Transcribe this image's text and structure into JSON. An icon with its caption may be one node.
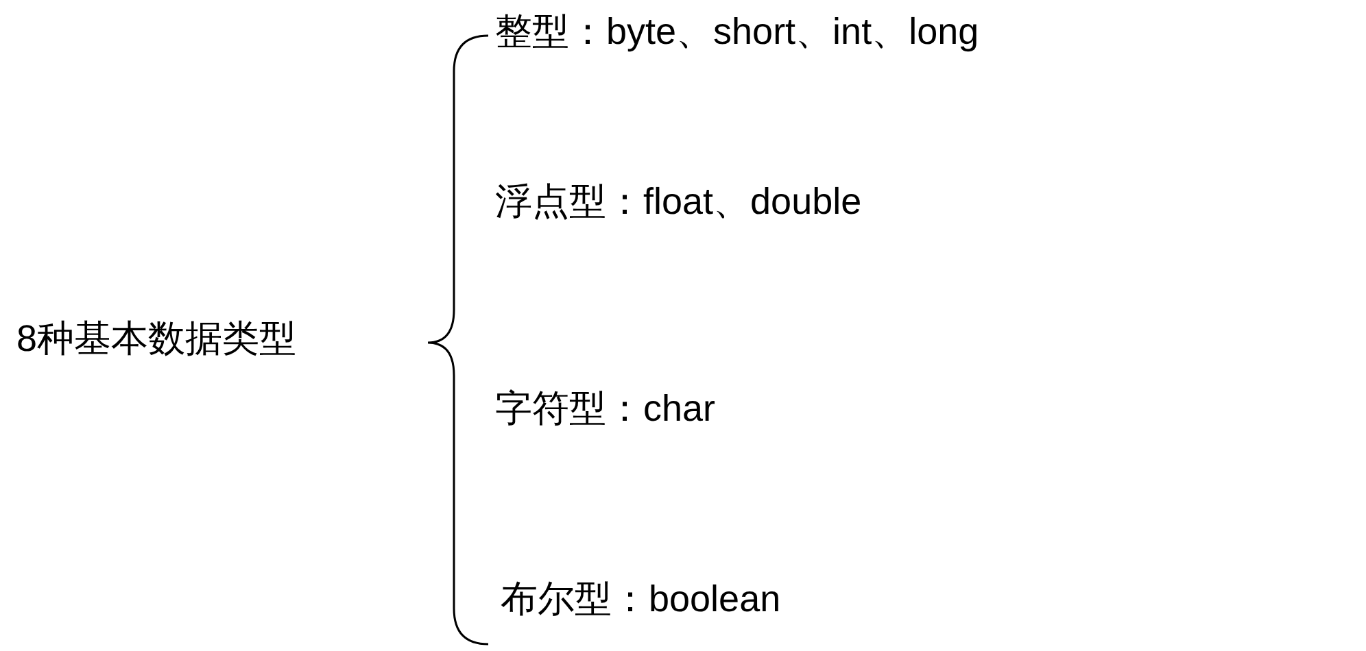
{
  "diagram": {
    "labels": [
      "8种基本数据类型",
      "整型：byte、short、int、long",
      "浮点型：float、double",
      "字符型：char",
      "布尔型：boolean"
    ]
  }
}
